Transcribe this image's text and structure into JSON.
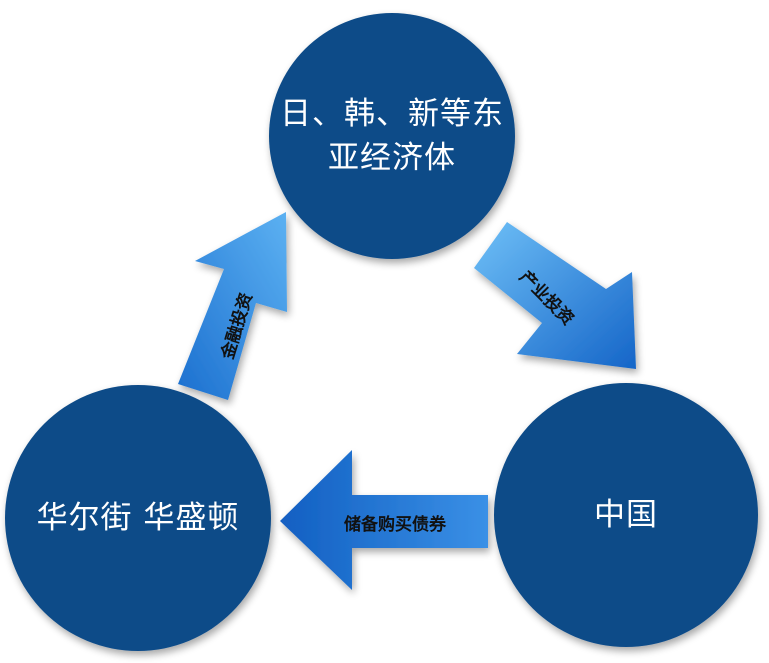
{
  "nodes": {
    "top": {
      "line1": "日、韩、新等东",
      "line2": "亚经济体"
    },
    "right": {
      "label": "中国"
    },
    "left": {
      "label": "华尔街 华盛顿"
    }
  },
  "arrows": {
    "top_to_right": {
      "label": "产业投资"
    },
    "right_to_left": {
      "label": "储备购买债券"
    },
    "left_to_top": {
      "label": "金融投资"
    }
  },
  "colors": {
    "circle": "#0d4b88",
    "arrow_light": "#5cb1f2",
    "arrow_dark": "#1667c9"
  }
}
